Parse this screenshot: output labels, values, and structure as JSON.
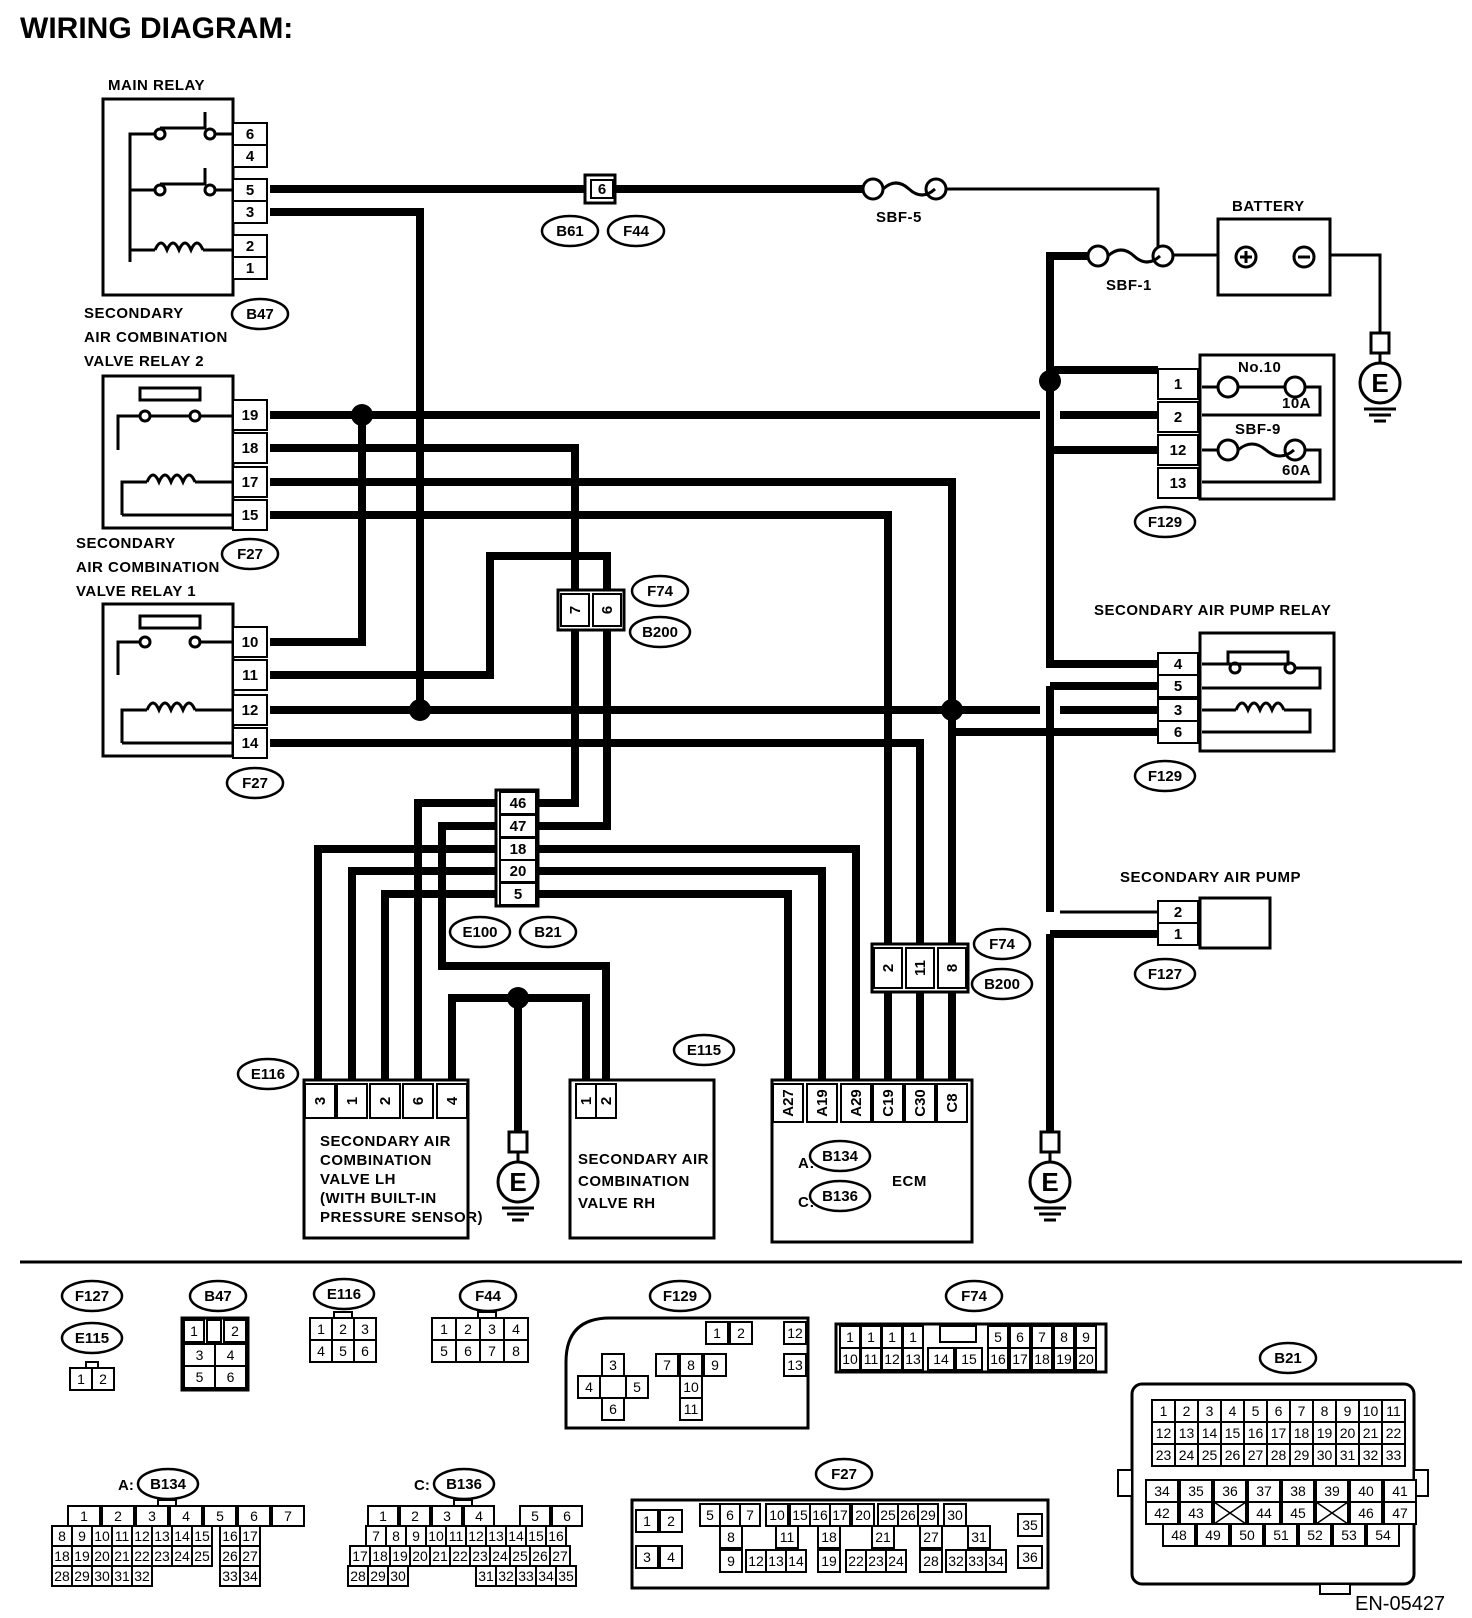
{
  "title": "WIRING DIAGRAM:",
  "doc_id": "EN-05427",
  "components": {
    "main_relay": "MAIN RELAY",
    "battery": "BATTERY",
    "sac_valve_relay_2": [
      "SECONDARY",
      "AIR COMBINATION",
      "VALVE RELAY 2"
    ],
    "sac_valve_relay_1": [
      "SECONDARY",
      "AIR COMBINATION",
      "VALVE RELAY 1"
    ],
    "sap_relay": "SECONDARY AIR PUMP RELAY",
    "sap": "SECONDARY AIR PUMP",
    "valve_lh": [
      "SECONDARY AIR",
      "COMBINATION",
      "VALVE LH",
      "(WITH BUILT-IN",
      "PRESSURE SENSOR)"
    ],
    "valve_rh": [
      "SECONDARY AIR",
      "COMBINATION",
      "VALVE RH"
    ],
    "ecm": "ECM",
    "ecm_a": "A:",
    "ecm_c": "C:"
  },
  "fuses": {
    "sbf5": "SBF-5",
    "sbf1": "SBF-1",
    "no10": "No.10",
    "no10_rating": "10A",
    "sbf9": "SBF-9",
    "sbf9_rating": "60A"
  },
  "connectors": {
    "B47": "B47",
    "B61": "B61",
    "F44": "F44",
    "F27": "F27",
    "F74": "F74",
    "B200": "B200",
    "E100": "E100",
    "B21": "B21",
    "F129": "F129",
    "F127": "F127",
    "E116": "E116",
    "E115": "E115",
    "B134": "B134",
    "B136": "B136",
    "E": "E"
  },
  "pins": {
    "main_relay": [
      "6",
      "4",
      "5",
      "3",
      "2",
      "1"
    ],
    "relay2": [
      "19",
      "18",
      "17",
      "15"
    ],
    "relay1": [
      "10",
      "11",
      "12",
      "14"
    ],
    "f129_top": [
      "1",
      "2",
      "12",
      "13"
    ],
    "pump_relay": [
      "4",
      "5",
      "3",
      "6"
    ],
    "pump": [
      "2",
      "1"
    ],
    "b61": "6",
    "f74_top": [
      "7",
      "6"
    ],
    "e100": [
      "46",
      "47",
      "18",
      "20",
      "5"
    ],
    "f74_bottom": [
      "2",
      "11",
      "8"
    ],
    "valve_lh": [
      "3",
      "1",
      "2",
      "6",
      "4"
    ],
    "valve_rh": [
      "1",
      "2"
    ],
    "ecm": [
      "A27",
      "A19",
      "A29",
      "C19",
      "C30",
      "C8"
    ]
  },
  "connector_faces": {
    "F127_E115": [
      [
        "1",
        "2"
      ]
    ],
    "B47": [
      [
        "1",
        "",
        "2"
      ],
      [
        "3",
        "4"
      ],
      [
        "5",
        "6"
      ]
    ],
    "E116": [
      [
        "1",
        "2",
        "3"
      ],
      [
        "4",
        "5",
        "6"
      ]
    ],
    "F44": [
      [
        "1",
        "2",
        "3",
        "4"
      ],
      [
        "5",
        "6",
        "7",
        "8"
      ]
    ],
    "F129": {
      "r1": [
        "1",
        "2"
      ],
      "r12": "12",
      "r13": "13",
      "a": [
        "3"
      ],
      "b": [
        "4",
        "5"
      ],
      "c": [
        "6"
      ],
      "d": [
        "7",
        "8",
        "9"
      ],
      "e": [
        "10"
      ],
      "f": [
        "11"
      ]
    },
    "F74": [
      [
        "1",
        "1",
        "1",
        "1",
        "",
        "5",
        "6",
        "7",
        "8",
        "9"
      ],
      [
        "10",
        "11",
        "12",
        "13",
        "14",
        "15",
        "16",
        "17",
        "18",
        "19",
        "20"
      ]
    ],
    "B21": [
      [
        "1",
        "2",
        "3",
        "4",
        "5",
        "6",
        "7",
        "8",
        "9",
        "10",
        "11"
      ],
      [
        "12",
        "13",
        "14",
        "15",
        "16",
        "17",
        "18",
        "19",
        "20",
        "21",
        "22"
      ],
      [
        "23",
        "24",
        "25",
        "26",
        "27",
        "28",
        "29",
        "30",
        "31",
        "32",
        "33"
      ],
      [
        "34",
        "35",
        "36",
        "37",
        "38",
        "39",
        "40",
        "41"
      ],
      [
        "42",
        "43",
        "X",
        "44",
        "45",
        "X",
        "46",
        "47"
      ],
      [
        "48",
        "49",
        "50",
        "51",
        "52",
        "53",
        "54"
      ]
    ],
    "B134": [
      [
        "1",
        "2",
        "3",
        "4",
        "5",
        "6",
        "7"
      ],
      [
        "8",
        "9",
        "10",
        "11",
        "12",
        "13",
        "14",
        "15",
        "16",
        "17"
      ],
      [
        "18",
        "19",
        "20",
        "21",
        "22",
        "23",
        "24",
        "25",
        "26",
        "27"
      ],
      [
        "28",
        "29",
        "30",
        "31",
        "32",
        "33",
        "34"
      ]
    ],
    "B136": [
      [
        "1",
        "2",
        "3",
        "4",
        "5",
        "6"
      ],
      [
        "7",
        "8",
        "9",
        "10",
        "11",
        "12",
        "13",
        "14",
        "15",
        "16"
      ],
      [
        "17",
        "18",
        "19",
        "20",
        "21",
        "22",
        "23",
        "24",
        "25",
        "26",
        "27"
      ],
      [
        "28",
        "29",
        "30",
        "31",
        "32",
        "33",
        "34",
        "35"
      ]
    ],
    "F27": {
      "left": [
        [
          "1",
          "2"
        ],
        [
          "3",
          "4"
        ]
      ],
      "cols": [
        [
          "5",
          "6",
          "7"
        ],
        [
          "8"
        ],
        [
          "9"
        ],
        [
          "10"
        ],
        [
          "11"
        ],
        [
          "12",
          "13",
          "14"
        ],
        [
          "15",
          "16",
          "17"
        ],
        [
          "18"
        ],
        [
          "19"
        ],
        [
          "20"
        ],
        [
          "21"
        ],
        [
          "22",
          "23",
          "24"
        ],
        [
          "25",
          "26",
          "29"
        ],
        [
          "27"
        ],
        [
          "28"
        ],
        [
          "30"
        ],
        [
          "31"
        ],
        [
          "32",
          "33",
          "34"
        ],
        [
          "35"
        ],
        [
          "36"
        ]
      ]
    }
  }
}
